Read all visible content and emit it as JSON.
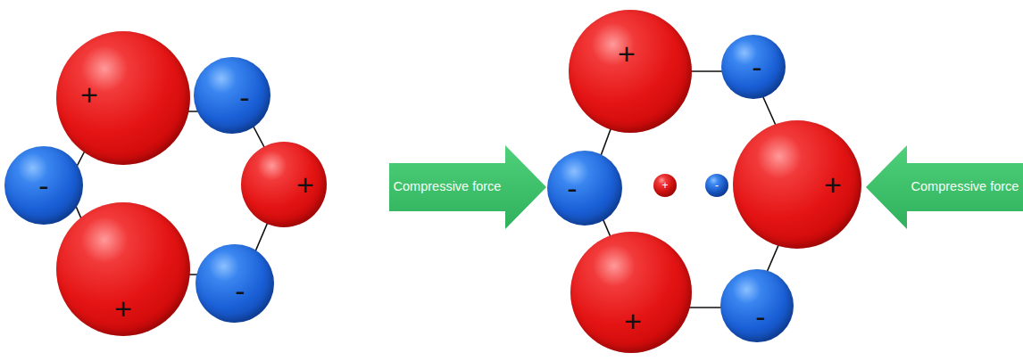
{
  "diagram": {
    "nodes": [
      {
        "text": [
          "+"
        ]
      },
      {
        "text": [
          "-"
        ]
      },
      {
        "text": [
          "-"
        ]
      },
      {
        "text": [
          "+"
        ]
      },
      {
        "text": [
          "+"
        ]
      },
      {
        "text": [
          "-"
        ]
      },
      {
        "text": [
          "Compressive force"
        ]
      },
      {
        "text": [
          "+"
        ]
      },
      {
        "text": [
          "-"
        ]
      },
      {
        "text": [
          "-"
        ]
      },
      {
        "text": [
          "+"
        ]
      },
      {
        "text": [
          "-"
        ]
      },
      {
        "text": [
          "+"
        ]
      },
      {
        "text": [
          "+"
        ]
      },
      {
        "text": [
          "-"
        ]
      },
      {
        "text": [
          "Compressive force"
        ]
      }
    ]
  }
}
